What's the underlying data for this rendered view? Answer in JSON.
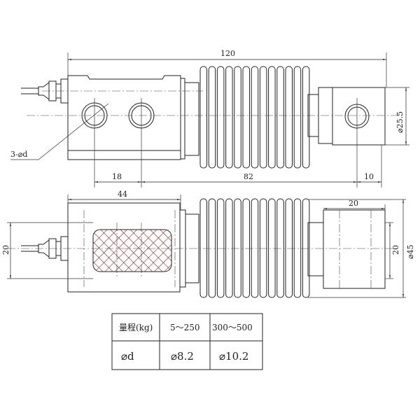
{
  "dimensions": {
    "overall_length": "120",
    "block_diameter": "⌀25.5",
    "hole_spacing": "18",
    "hole_to_end": "82",
    "end_offset": "10",
    "body_length": "44",
    "end_block_length": "20",
    "body_height": "20",
    "end_block_height": "20",
    "bellows_diameter": "⌀45",
    "hole_callout": "3-⌀d"
  },
  "table": {
    "header": [
      "量程(kg)",
      "5～250",
      "300～500"
    ],
    "row": [
      "⌀d",
      "⌀8.2",
      "⌀10.2"
    ]
  }
}
